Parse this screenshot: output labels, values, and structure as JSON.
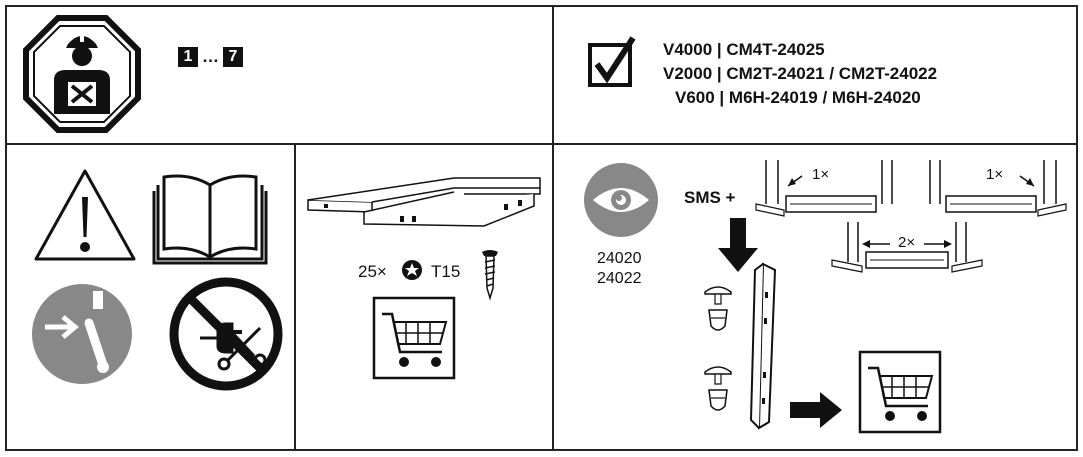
{
  "header": {
    "range_start": "1",
    "range_sep": "…",
    "range_end": "7",
    "models": [
      "V4000 | CM4T-24025",
      "V2000 | CM2T-24021 / CM2T-24022",
      "V600 | M6H-24019 / M6H-24020"
    ]
  },
  "parts": {
    "screw_qty": "25×",
    "screw_drive": "T15"
  },
  "install": {
    "codes": [
      "24020",
      "24022"
    ],
    "sms_label": "SMS +",
    "qty_left": "1×",
    "qty_right": "1×",
    "qty_middle": "2×"
  },
  "icons": {
    "header": [
      "technician-icon",
      "checkbox-checked-icon"
    ],
    "safety": [
      "warning-triangle-icon",
      "manual-book-icon",
      "disconnect-power-icon",
      "no-cut-power-cord-icon"
    ],
    "parts": [
      "rail-bracket-icon",
      "torx-icon",
      "screw-icon",
      "shopping-cart-icon"
    ],
    "install": [
      "eye-inspect-icon",
      "down-arrow-icon",
      "cabinet-diagram-icon",
      "plastic-rivet-icon",
      "side-rail-icon",
      "right-arrow-icon",
      "shopping-cart-icon"
    ]
  }
}
